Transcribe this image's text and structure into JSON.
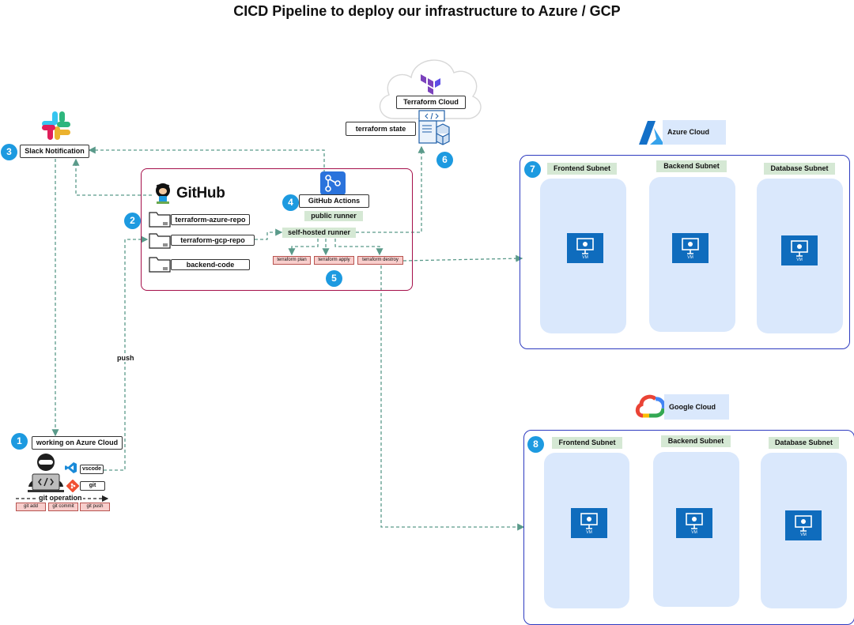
{
  "title": "CICD Pipeline to deploy our infrastructure to Azure / GCP",
  "icons": [
    "slack-icon",
    "github-icon",
    "terraform-icon",
    "azure-icon",
    "google-cloud-icon",
    "developer-icon",
    "vscode-icon",
    "git-icon",
    "vm-icon",
    "folder-icon",
    "github-actions-icon",
    "terraform-state-icon"
  ],
  "badges": [
    "1",
    "2",
    "3",
    "4",
    "5",
    "6",
    "7",
    "8"
  ],
  "developer": {
    "label": "working on Azure Cloud",
    "vscode": "vscode",
    "git": "git",
    "git_operation": "git operation",
    "commands": [
      "git add",
      "git commit",
      "git push"
    ]
  },
  "push_label": "push",
  "slack": {
    "label": "Slack Notification"
  },
  "github": {
    "brand": "GitHub",
    "repos": [
      "terraform-azure-repo",
      "terraform-gcp-repo",
      "backend-code"
    ],
    "actions_label": "GitHub Actions",
    "public_runner": "public runner",
    "self_hosted_runner": "self-hosted runner",
    "commands": [
      "terraform plan",
      "terraform apply",
      "terraform destroy"
    ]
  },
  "terraform": {
    "cloud_label": "Terraform Cloud",
    "state_label": "terraform state"
  },
  "azure": {
    "label": "Azure Cloud",
    "subnets": [
      "Frontend Subnet",
      "Backend Subnet",
      "Database Subnet"
    ],
    "vm_label": "VM"
  },
  "gcp": {
    "label": "Google Cloud",
    "subnets": [
      "Frontend Subnet",
      "Backend Subnet",
      "Database Subnet"
    ],
    "vm_label": "VM"
  },
  "colors": {
    "accent_blue": "#1d9ae0",
    "github_border": "#a50f4a",
    "cloud_border": "#2e3bc0",
    "subnet_fill": "#dae8fc",
    "runner_green": "#d5e8d4",
    "command_pink": "#f8cecc",
    "connector": "#5a9a8a"
  }
}
